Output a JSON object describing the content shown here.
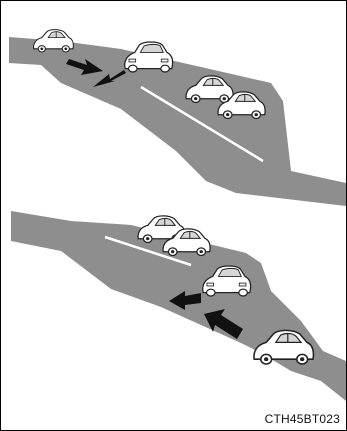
{
  "figure": {
    "code": "CTH45BT023",
    "colors": {
      "road": "#8e8e8e",
      "lane_marking": "#ffffff",
      "outline": "#222222",
      "car_body": "#ffffff",
      "glass": "#cfcfcf",
      "arrow": "#111111",
      "border": "#000000"
    },
    "panels": [
      {
        "name": "upper",
        "description_icons": [
          "car-icon",
          "car-icon",
          "car-icon",
          "car-icon",
          "arrow-right-down-icon",
          "arrow-left-down-icon"
        ]
      },
      {
        "name": "lower",
        "description_icons": [
          "car-icon",
          "car-icon",
          "car-icon",
          "car-icon",
          "arrow-left-icon",
          "arrow-left-up-icon"
        ]
      }
    ]
  }
}
